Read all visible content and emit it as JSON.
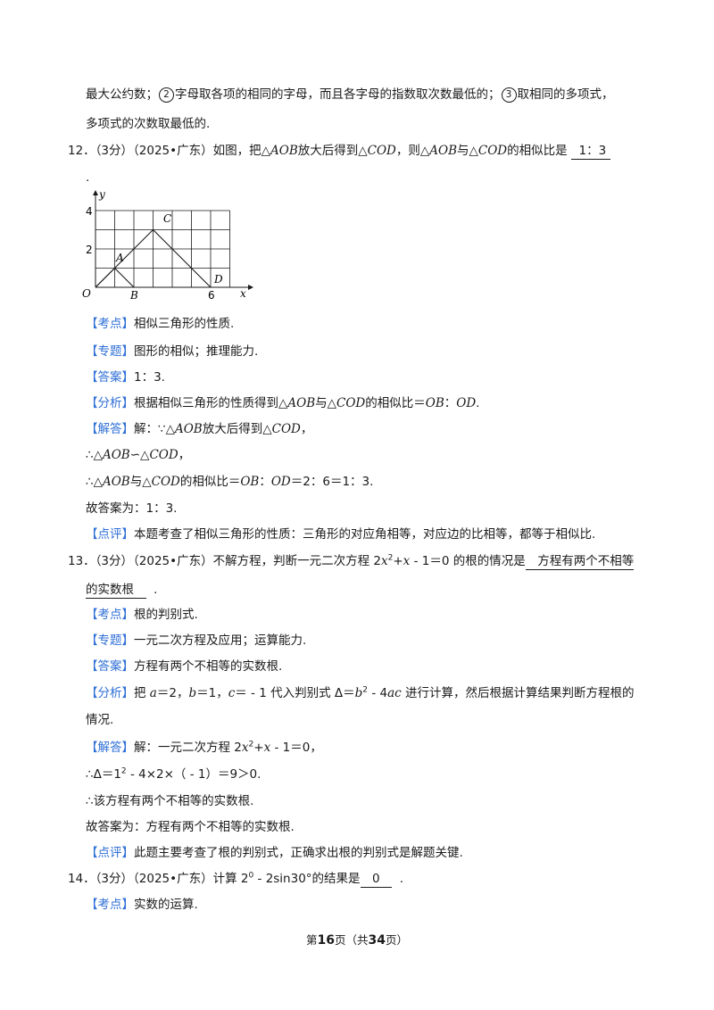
{
  "intro": {
    "line1_a": "最大公约数；",
    "c2": "2",
    "line1_b": "字母取各项的相同的字母，而且各字母的指数取次数最低的；",
    "c3": "3",
    "line1_c": "取相同的多项式，",
    "line2": "多项式的次数取最低的."
  },
  "q12": {
    "num": "12．",
    "meta": "（3分）（2025•广东）",
    "t1": "如图，把△",
    "AOB": "AOB",
    "t2": "放大后得到△",
    "COD": "COD",
    "t3": "，则△",
    "t4": "与△",
    "t5": "的相似比是",
    "answer": "1：3",
    "dot": ".",
    "figure": {
      "labels": {
        "y": "y",
        "x": "x",
        "O": "O",
        "A": "A",
        "B": "B",
        "C": "C",
        "D": "D"
      },
      "ticks": {
        "y4": "4",
        "y2": "2",
        "x6": "6"
      },
      "points": {
        "O": [
          0,
          0
        ],
        "A": [
          1,
          1
        ],
        "B": [
          2,
          0
        ],
        "C": [
          3,
          3
        ],
        "D": [
          6,
          0
        ]
      },
      "grid_cols": 7,
      "grid_rows": 4
    },
    "kaodian_tag": "【考点】",
    "kaodian": "相似三角形的性质.",
    "zhuanti_tag": "【专题】",
    "zhuanti": "图形的相似；推理能力.",
    "daan_tag": "【答案】",
    "daan": "1：3.",
    "fenxi_tag": "【分析】",
    "fenxi_a": "根据相似三角形的性质得到△",
    "fenxi_b": "与△",
    "fenxi_c": "的相似比＝",
    "OB": "OB",
    "colon": "：",
    "OD": "OD",
    "fenxi_end": ".",
    "jieda_tag": "【解答】",
    "jieda_a": "解：∵△",
    "jieda_b": "放大后得到△",
    "jieda_c": "，",
    "s2_a": "∴△",
    "s2_b": "∽△",
    "s2_c": "，",
    "s3_a": "∴△",
    "s3_b": "与△",
    "s3_c": "的相似比＝",
    "s3_d": "：",
    "s3_e": "＝2：6＝1：3.",
    "final": "故答案为：1：3.",
    "dianping_tag": "【点评】",
    "dianping": "本题考查了相似三角形的性质：三角形的对应角相等，对应边的比相等，都等于相似比."
  },
  "q13": {
    "num": "13．",
    "meta": "（3分）（2025•广东）",
    "t1": "不解方程，判断一元二次方程 2",
    "eq_x": "x",
    "eq_rest": "+",
    "eq_x2": "x",
    "eq_end": " - 1＝0 的根的情况是",
    "answer_1": "　方程有两个不相等",
    "answer_2": "的实数根　",
    "dot": ".",
    "kaodian_tag": "【考点】",
    "kaodian": "根的判别式.",
    "zhuanti_tag": "【专题】",
    "zhuanti": "一元二次方程及应用；运算能力.",
    "daan_tag": "【答案】",
    "daan": "方程有两个不相等的实数根.",
    "fenxi_tag": "【分析】",
    "fenxi_1": "把 ",
    "a": "a",
    "fenxi_2": "＝2，",
    "b": "b",
    "fenxi_3": "＝1，",
    "c": "c",
    "fenxi_4": "＝ - 1 代入判别式 Δ＝",
    "fenxi_5": " - 4",
    "ac": "ac",
    "fenxi_6": " 进行计算，然后根据计算结果判断方程根的",
    "fenxi_7": "情况.",
    "jieda_tag": "【解答】",
    "jieda_a": "解：一元二次方程 2",
    "jieda_b": "+",
    "jieda_c": " - 1＝0，",
    "s2": "∴Δ＝1",
    "s2_b": " - 4×2×（ - 1）＝9＞0.",
    "s3": "∴该方程有两个不相等的实数根.",
    "final": "故答案为：方程有两个不相等的实数根.",
    "dianping_tag": "【点评】",
    "dianping": "此题主要考查了根的判别式，正确求出根的判别式是解题关键."
  },
  "q14": {
    "num": "14．",
    "meta": "（3分）（2025•广东）",
    "t1": "计算 2",
    "t2": " - 2sin30°的结果是",
    "answer": "　0　",
    "dot": ".",
    "kaodian_tag": "【考点】",
    "kaodian": "实数的运算."
  },
  "footer": {
    "a": "第",
    "page": "16",
    "b": "页（共",
    "total": "34",
    "c": "页）"
  },
  "colors": {
    "tag": "#2f6fd6",
    "text": "#1a1a1a"
  }
}
